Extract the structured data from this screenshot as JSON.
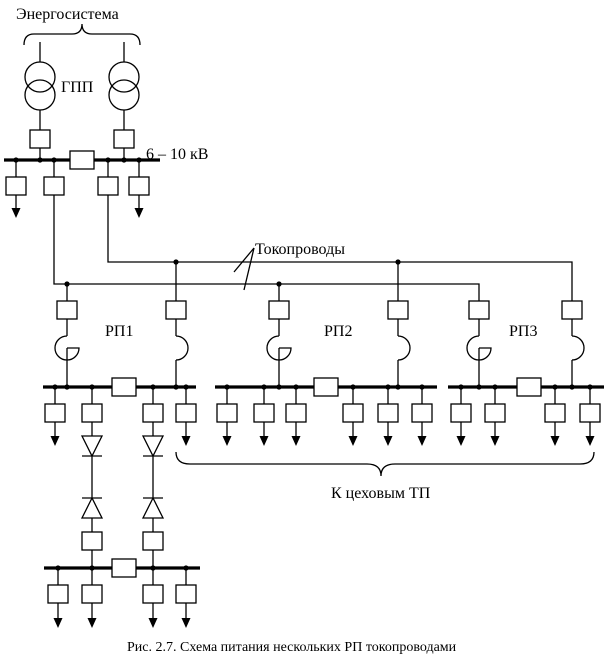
{
  "labels": {
    "power_system": "Энергосистема",
    "main_substation": "ГПП",
    "voltage": "6 – 10 кВ",
    "busways": "Токопроводы",
    "rp1": "РП1",
    "rp2": "РП2",
    "rp3": "РП3",
    "to_shop_tp": "К цеховым ТП",
    "caption": "Рис. 2.7. Схема питания нескольких РП токопроводами"
  }
}
